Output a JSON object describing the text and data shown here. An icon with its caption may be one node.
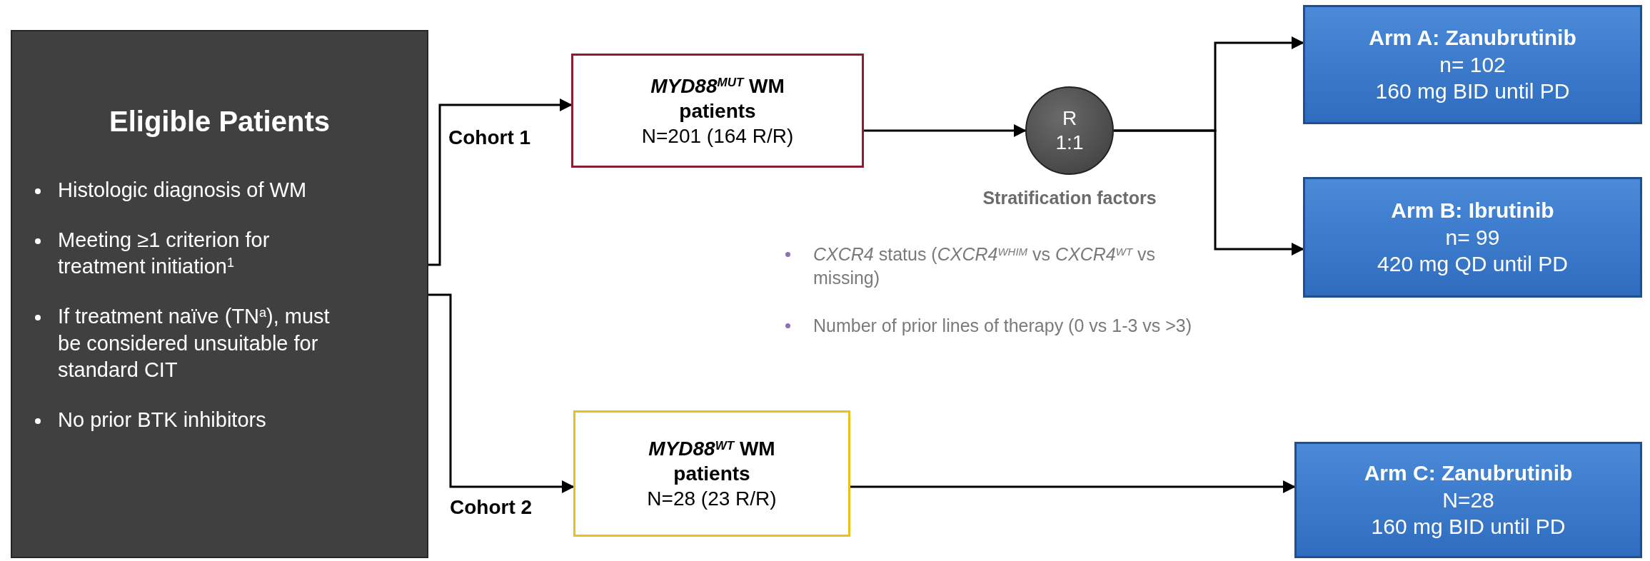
{
  "diagram": {
    "nodes": [
      {
        "text": [
          "Eligible Patients",
          "Histologic diagnosis of WM",
          "Meeting ≥1 criterion for treatment initiation$^{1}$",
          "If treatment naïve (TN$^{a}$), must be considered unsuitable for standard CIT",
          "No prior BTK inhibitors"
        ]
      },
      {
        "text": [
          "*MYD88*$^{MUT}$ WM patients",
          "N=201 (164 R/R)"
        ]
      },
      {
        "text": [
          "R 1:1"
        ],
        "beside": [
          "Stratification factors"
        ]
      },
      {
        "text": [
          "Arm A: Zanubrutinib",
          "n= 102",
          "160 mg BID until PD"
        ]
      },
      {
        "text": [
          "Arm B: Ibrutinib",
          "n= 99",
          "420 mg QD until PD"
        ]
      },
      {
        "text": [
          "*MYD88*$^{WT}$ WM patients",
          "N=28 (23 R/R)"
        ]
      },
      {
        "text": [
          "Arm C: Zanubrutinib",
          "N=28",
          "160 mg BID until PD"
        ]
      }
    ],
    "edges": [
      {
        "from": 0,
        "to": 1,
        "arrow": "to",
        "label": "Cohort 1"
      },
      {
        "from": 0,
        "to": 5,
        "arrow": "to",
        "label": "Cohort 2"
      },
      {
        "from": 1,
        "to": 2,
        "arrow": "to"
      },
      {
        "from": 2,
        "to": 3,
        "arrow": "to"
      },
      {
        "from": 2,
        "to": 4,
        "arrow": "to"
      },
      {
        "from": 5,
        "to": 6,
        "arrow": "to"
      }
    ],
    "labels": [
      "*CXCR4* status (*CXCR4*$^{WHIM}$ vs *CXCR4*$^{WT}$ vs missing)",
      "Number of prior lines of therapy (0 vs 1-3 vs >3)"
    ]
  }
}
